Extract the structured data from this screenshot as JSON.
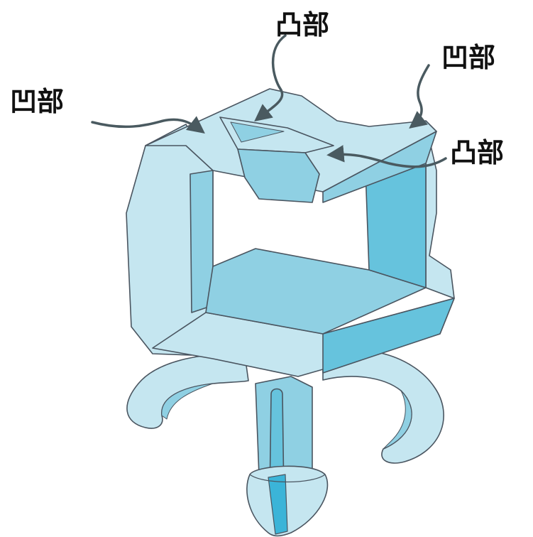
{
  "labels": {
    "top_convex": "凸部",
    "right_concave": "凹部",
    "left_concave": "凹部",
    "right_convex": "凸部"
  },
  "colors": {
    "light": "#c5e6f0",
    "mid": "#8fd0e3",
    "dark": "#66c3dd",
    "deep": "#3bb4d8",
    "outline": "#4a5560",
    "leader": "#4a5a60"
  }
}
